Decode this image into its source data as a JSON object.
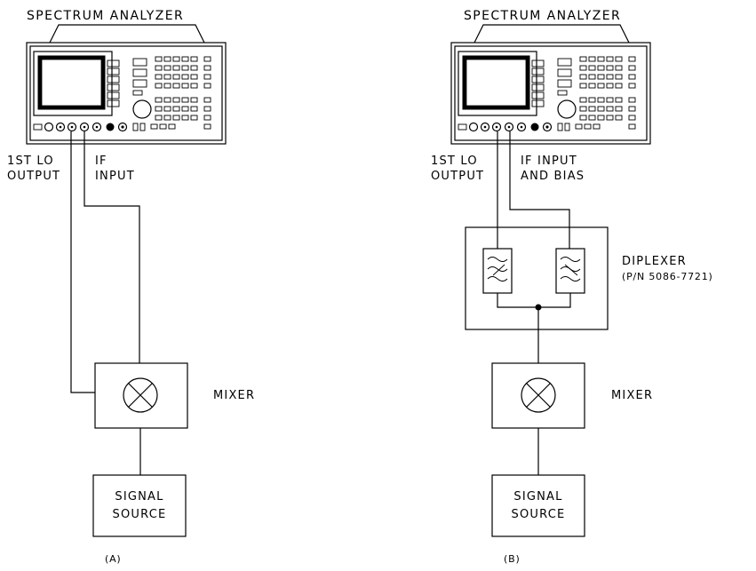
{
  "diagrams": [
    {
      "caption": "(A)",
      "analyzer_title": "SPECTRUM ANALYZER",
      "port_left_label": [
        "1ST LO",
        "OUTPUT"
      ],
      "port_right_label": [
        "IF",
        "INPUT"
      ],
      "mixer_label": "MIXER",
      "source_label": [
        "SIGNAL",
        "SOURCE"
      ]
    },
    {
      "caption": "(B)",
      "analyzer_title": "SPECTRUM ANALYZER",
      "port_left_label": [
        "1ST LO",
        "OUTPUT"
      ],
      "port_right_label": [
        "IF INPUT",
        "AND BIAS"
      ],
      "diplexer_label": [
        "DIPLEXER",
        "(P/N 5086-7721)"
      ],
      "mixer_label": "MIXER",
      "source_label": [
        "SIGNAL",
        "SOURCE"
      ]
    }
  ]
}
